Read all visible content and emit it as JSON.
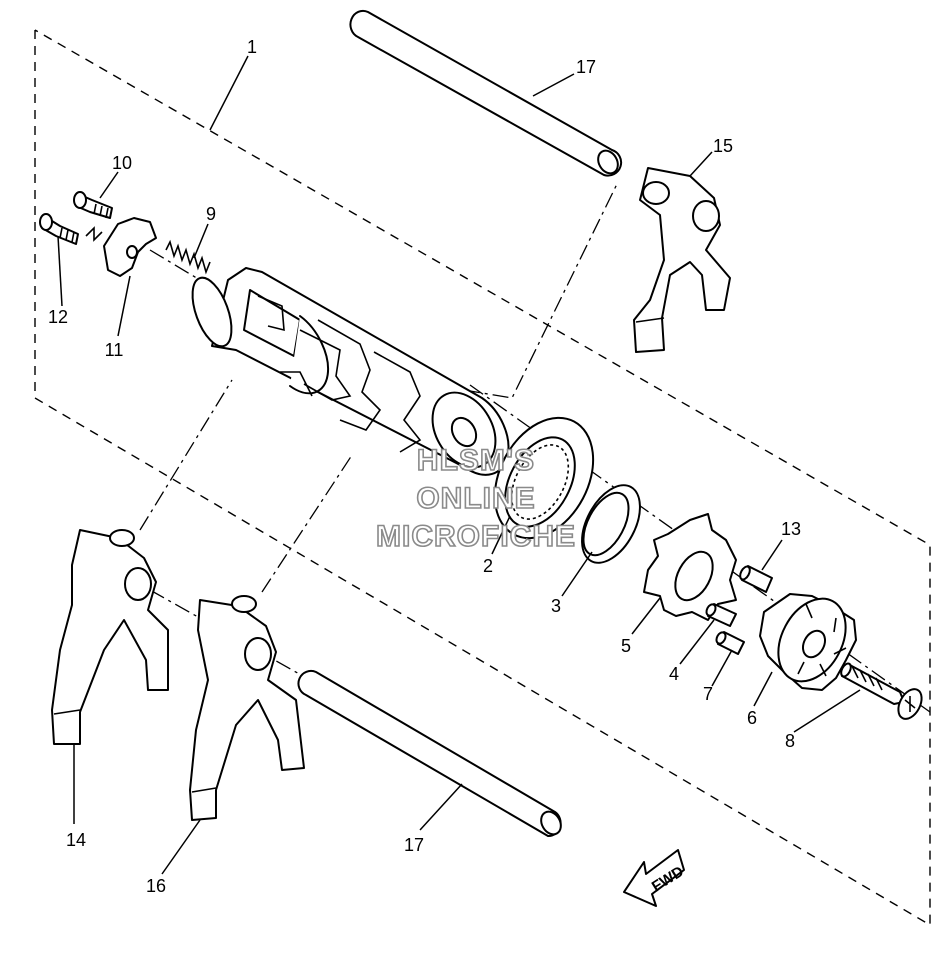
{
  "watermark": {
    "line1": "HLSM'S",
    "line2": "ONLINE",
    "line3": "MICROFICHE"
  },
  "direction_label": "FWD",
  "callouts": [
    {
      "id": "1",
      "label": "1"
    },
    {
      "id": "2",
      "label": "2"
    },
    {
      "id": "3",
      "label": "3"
    },
    {
      "id": "4",
      "label": "4"
    },
    {
      "id": "5",
      "label": "5"
    },
    {
      "id": "6",
      "label": "6"
    },
    {
      "id": "7",
      "label": "7"
    },
    {
      "id": "8",
      "label": "8"
    },
    {
      "id": "9",
      "label": "9"
    },
    {
      "id": "10",
      "label": "10"
    },
    {
      "id": "11",
      "label": "11"
    },
    {
      "id": "12",
      "label": "12"
    },
    {
      "id": "13",
      "label": "13"
    },
    {
      "id": "14",
      "label": "14"
    },
    {
      "id": "15",
      "label": "15"
    },
    {
      "id": "16",
      "label": "16"
    },
    {
      "id": "17a",
      "label": "17"
    },
    {
      "id": "17b",
      "label": "17"
    }
  ]
}
